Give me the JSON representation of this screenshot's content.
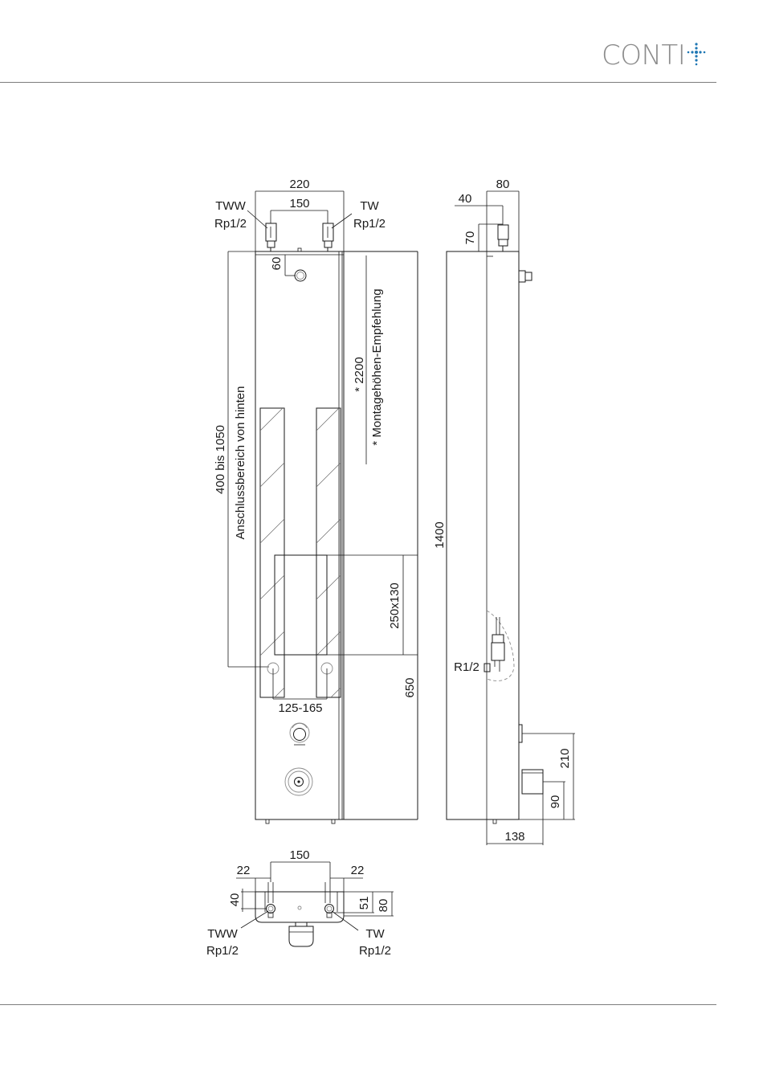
{
  "brand": {
    "name": "CONTI",
    "accent": "#1f77b4",
    "text_color": "#8c8c8c"
  },
  "icons": [
    "conti-plus-mark-icon"
  ],
  "front_view": {
    "width_top": "220",
    "connector_spacing": "150",
    "left_connector_name": "TWW",
    "left_connector_thread": "Rp1/2",
    "right_connector_name": "TW",
    "right_connector_thread": "Rp1/2",
    "top_offset": "60",
    "connection_range": "400 bis 1050",
    "connection_area": "Anschlussbereich von hinten",
    "mounting_height": "* 2200",
    "mounting_note": "* Montagehöhen-Empfehlung",
    "opening_size": "250x130",
    "connection_spacing": "125-165",
    "lower_height": "650"
  },
  "side_view": {
    "depth_top": "80",
    "offset_top": "40",
    "connector_height": "70",
    "total_height": "1400",
    "side_thread": "R1/2",
    "outlet_height": "210",
    "outlet_offset": "90",
    "outlet_depth": "138"
  },
  "top_view": {
    "connector_spacing": "150",
    "left_margin": "22",
    "right_margin": "22",
    "connector_depth": "40",
    "inner_depth": "51",
    "total_depth": "80",
    "left_connector_name": "TWW",
    "left_connector_thread": "Rp1/2",
    "right_connector_name": "TW",
    "right_connector_thread": "Rp1/2"
  }
}
